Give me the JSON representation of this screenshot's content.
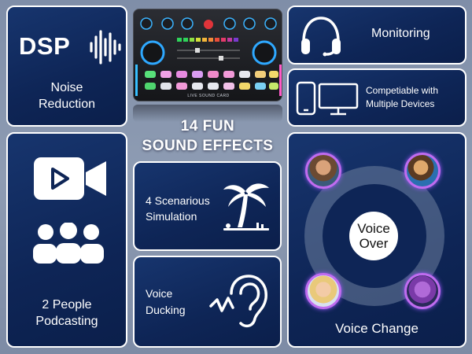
{
  "tiles": {
    "dsp": {
      "title": "DSP",
      "label_line1": "Noise",
      "label_line2": "Reduction"
    },
    "podcast": {
      "label_line1": "2 People",
      "label_line2": "Podcasting"
    },
    "headline": {
      "line1": "14 FUN",
      "line2": "SOUND EFFECTS"
    },
    "scenarios": {
      "label_line1": "4 Scenarious",
      "label_line2": "Simulation"
    },
    "ducking": {
      "label_line1": "Voice",
      "label_line2": "Ducking"
    },
    "monitoring": {
      "label": "Monitoring"
    },
    "devices": {
      "label_line1": "Competiable with",
      "label_line2": "Multiple Devices"
    },
    "voice": {
      "center_line1": "Voice",
      "center_line2": "Over",
      "label": "Voice Change"
    }
  },
  "device": {
    "panel_text": "LIVE SOUND CARD"
  },
  "icons": [
    "waveform-icon",
    "video-camera-icon",
    "people-icon",
    "palm-tree-icon",
    "ear-icon",
    "headphones-icon",
    "phone-icon",
    "monitor-icon"
  ],
  "colors": {
    "tile_bg": "#0e2556",
    "page_bg": "#8391ab",
    "avatar_ring": "#c06cf0"
  }
}
